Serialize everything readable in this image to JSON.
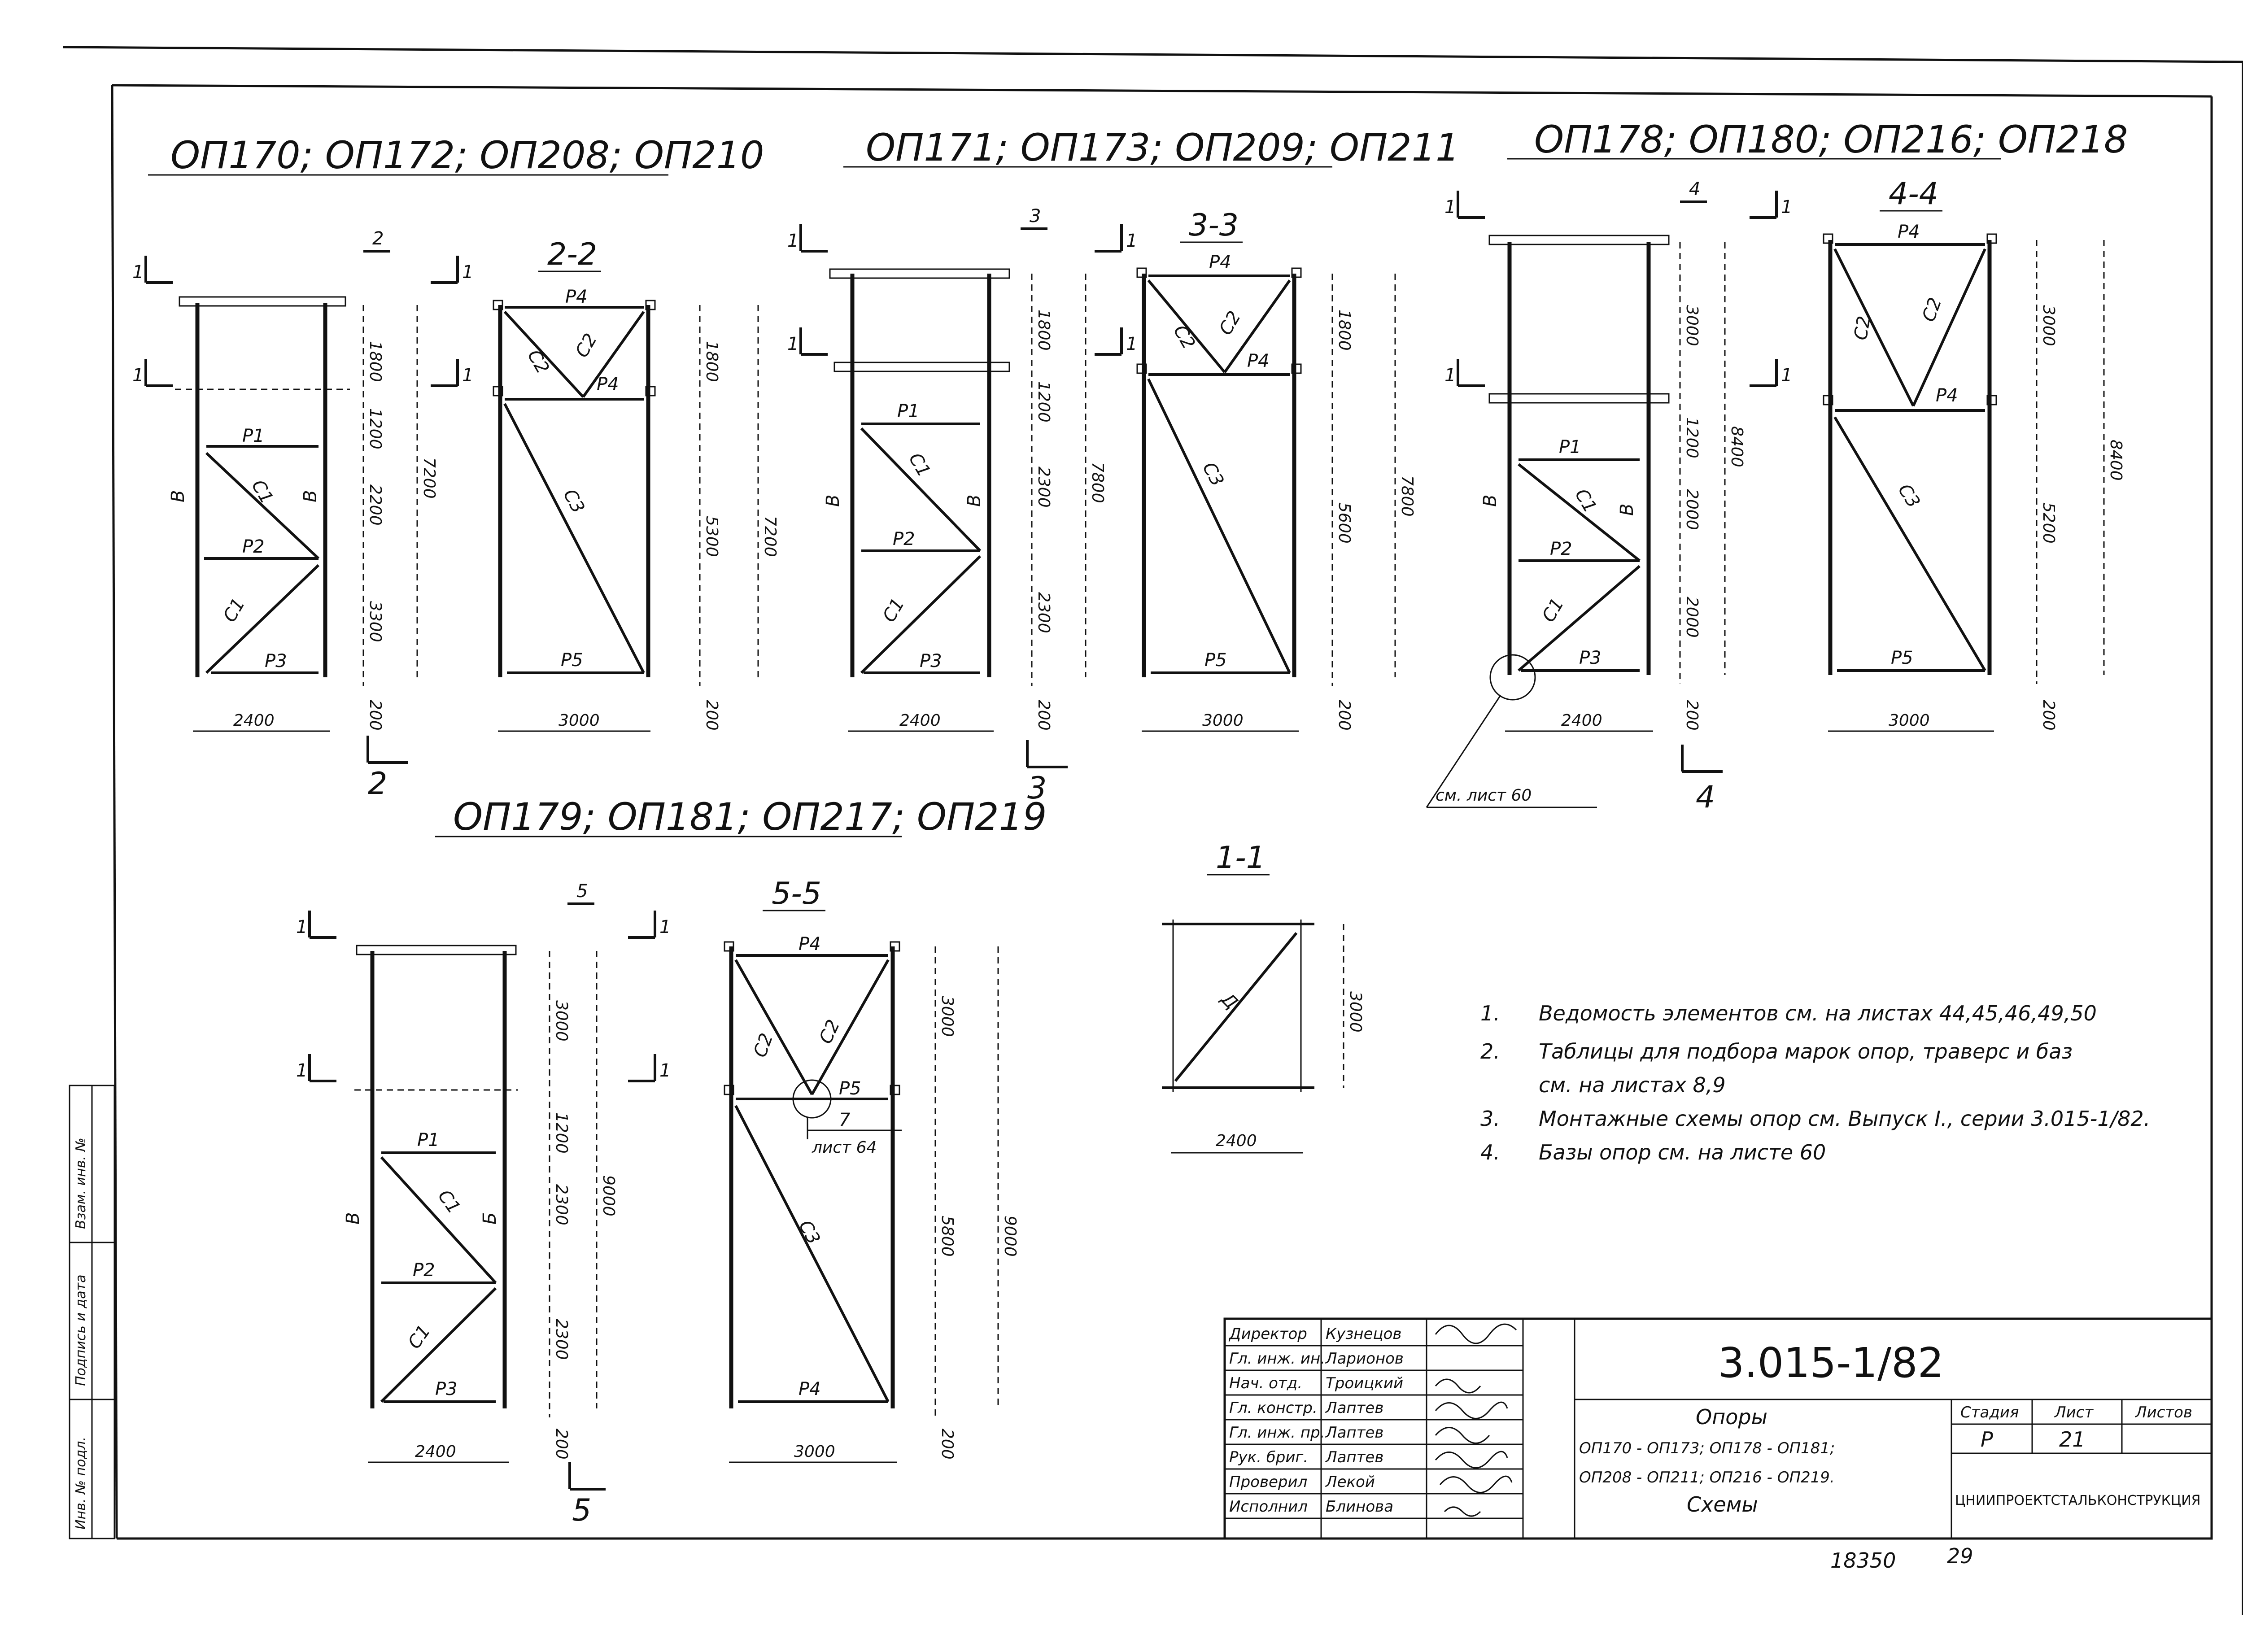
{
  "panels": {
    "p1": {
      "title": "ОП170; ОП172; ОП208; ОП210",
      "section": "2-2",
      "section_mark": "2",
      "elevation": {
        "bars": [
          "Р1",
          "Р2",
          "Р3"
        ],
        "braces": [
          "С1",
          "С1"
        ],
        "cols": [
          "В",
          "В"
        ],
        "width": "2400"
      },
      "section_view": {
        "bars": [
          "Р4",
          "Р4",
          "Р5"
        ],
        "braces": [
          "С2",
          "С2",
          "С3"
        ],
        "width": "3000"
      },
      "dims_left": [
        "1800",
        "1200",
        "2200",
        "3300",
        "200"
      ],
      "dim_total_left": "7200",
      "dims_right": [
        "1800",
        "5300",
        "200"
      ],
      "dim_total_right": "7200"
    },
    "p2": {
      "title": "ОП171; ОП173; ОП209; ОП211",
      "section": "3-3",
      "section_mark": "3",
      "elevation": {
        "bars": [
          "Р1",
          "Р2",
          "Р3"
        ],
        "braces": [
          "С1",
          "С1"
        ],
        "cols": [
          "В",
          "В"
        ],
        "width": "2400"
      },
      "section_view": {
        "bars": [
          "Р4",
          "Р4",
          "Р5"
        ],
        "braces": [
          "С2",
          "С2",
          "С3"
        ],
        "width": "3000"
      },
      "dims_left": [
        "1800",
        "1200",
        "2300",
        "2300",
        "200"
      ],
      "dim_total_left": "7800",
      "dims_right": [
        "1800",
        "5600",
        "200"
      ],
      "dim_total_right": "7800"
    },
    "p3": {
      "title": "ОП178; ОП180; ОП216; ОП218",
      "section": "4-4",
      "section_mark": "4",
      "elevation": {
        "bars": [
          "Р1",
          "Р2",
          "Р3"
        ],
        "braces": [
          "С1",
          "С1"
        ],
        "cols": [
          "В",
          "В"
        ],
        "width": "2400"
      },
      "section_view": {
        "bars": [
          "Р4",
          "Р4",
          "Р5"
        ],
        "braces": [
          "С2",
          "С2",
          "С3"
        ],
        "width": "3000"
      },
      "dims_left": [
        "3000",
        "1200",
        "2000",
        "2000",
        "200"
      ],
      "dim_total_left": "8400",
      "dims_right": [
        "3000",
        "5200",
        "200"
      ],
      "dim_total_right": "8400",
      "ref": "см. лист 60"
    },
    "p4": {
      "title": "ОП179; ОП181; ОП217; ОП219",
      "section": "5-5",
      "section_mark": "5",
      "elevation": {
        "bars": [
          "Р1",
          "Р2",
          "Р3"
        ],
        "braces": [
          "С1",
          "С1"
        ],
        "cols": [
          "В",
          "Б"
        ],
        "width": "2400"
      },
      "section_view": {
        "bars": [
          "Р4",
          "Р5",
          "Р4"
        ],
        "braces": [
          "С2",
          "С2",
          "С3"
        ],
        "width": "3000"
      },
      "dims_left": [
        "3000",
        "1200",
        "2300",
        "2300",
        "200"
      ],
      "dim_total_left": "9000",
      "dims_right": [
        "3000",
        "5800",
        "200"
      ],
      "dim_total_right": "9000",
      "callout": "7",
      "callout_ref": "лист 64"
    }
  },
  "section_11": {
    "title": "1-1",
    "brace": "Д",
    "height": "3000",
    "width": "2400"
  },
  "cut_mark": "1",
  "notes": [
    {
      "num": "1.",
      "text": "Ведомость  элементов  см. на листах 44,45,46,49,50"
    },
    {
      "num": "2.",
      "text": "Таблицы  для  подбора марок опор, траверс и баз"
    },
    {
      "num": "",
      "text": "см. на листах  8,9"
    },
    {
      "num": "3.",
      "text": "Монтажные  схемы  опор см. Выпуск I., серии 3.015-1/82."
    },
    {
      "num": "4.",
      "text": "Базы  опор  см. на листе  60"
    }
  ],
  "title_block": {
    "code": "3.015-1/82",
    "people": [
      {
        "role": "Директор",
        "name": "Кузнецов"
      },
      {
        "role": "Гл. инж. ин.",
        "name": "Ларионов"
      },
      {
        "role": "Нач. отд.",
        "name": "Троицкий"
      },
      {
        "role": "Гл. констр.",
        "name": "Лаптев"
      },
      {
        "role": "Гл. инж. пр.",
        "name": "Лаптев"
      },
      {
        "role": "Рук. бриг.",
        "name": "Лаптев"
      },
      {
        "role": "Проверил",
        "name": "Лекой"
      },
      {
        "role": "Исполнил",
        "name": "Блинова"
      }
    ],
    "object": "Опоры",
    "desc1": "ОП170 - ОП173; ОП178 - ОП181;",
    "desc2": "ОП208 - ОП211; ОП216 - ОП219.",
    "desc3": "Схемы",
    "stage_label": "Стадия",
    "sheet_label": "Лист",
    "sheets_label": "Листов",
    "stage": "Р",
    "sheet": "21",
    "org": "ЦНИИПРОЕКТСТАЛЬКОНСТРУКЦИЯ"
  },
  "side_stamp": [
    "Взам. инв. №",
    "Подпись и дата",
    "Инв. № подл."
  ],
  "bottom_number": "18350",
  "bottom_page": "29"
}
